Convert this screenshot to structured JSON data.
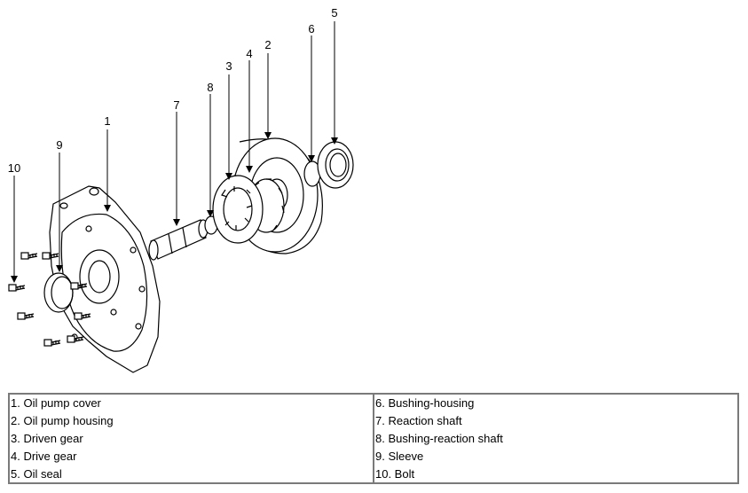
{
  "callouts": [
    "1",
    "2",
    "3",
    "4",
    "5",
    "6",
    "7",
    "8",
    "9",
    "10"
  ],
  "legend": {
    "left": [
      "1. Oil pump cover",
      "2. Oil pump housing",
      "3. Driven gear",
      "4. Drive gear",
      "5. Oil seal"
    ],
    "right": [
      "6. Bushing-housing",
      "7. Reaction shaft",
      "8. Bushing-reaction shaft",
      "9. Sleeve",
      "10. Bolt"
    ]
  }
}
